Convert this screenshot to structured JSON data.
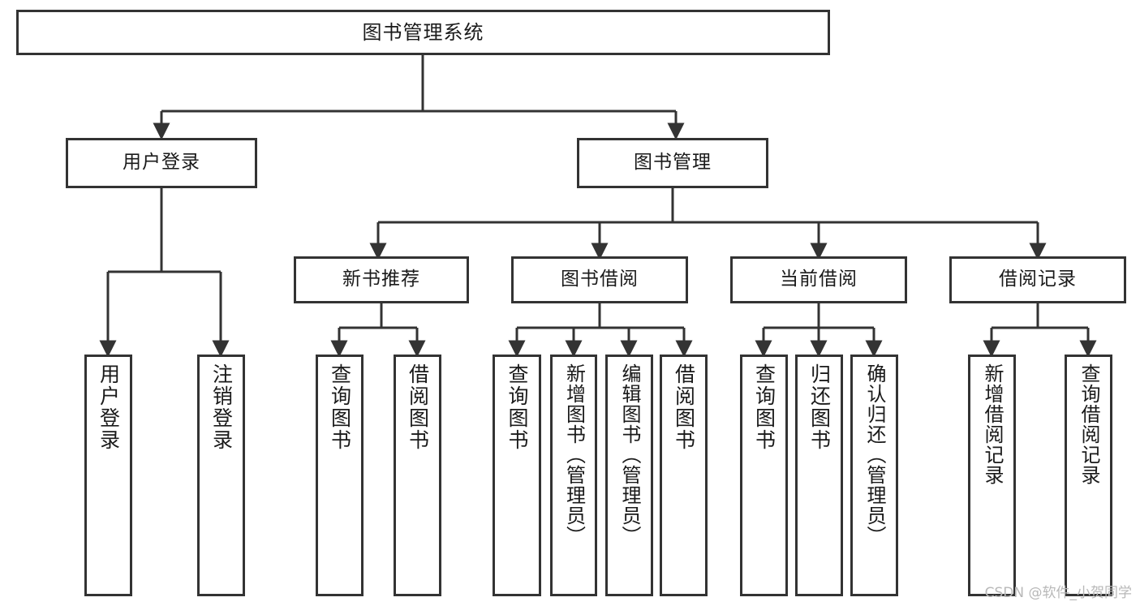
{
  "diagram": {
    "title": "图书管理系统",
    "type": "tree-hierarchy-chart",
    "root": {
      "label": "图书管理系统"
    },
    "level2": [
      {
        "label": "用户登录"
      },
      {
        "label": "图书管理"
      }
    ],
    "level3": [
      {
        "label": "新书推荐"
      },
      {
        "label": "图书借阅"
      },
      {
        "label": "当前借阅"
      },
      {
        "label": "借阅记录"
      }
    ],
    "leaves": {
      "user_login": [
        {
          "label": "用户登录"
        },
        {
          "label": "注销登录"
        }
      ],
      "new_book_recommend": [
        {
          "label": "查询图书"
        },
        {
          "label": "借阅图书"
        }
      ],
      "book_borrow": [
        {
          "label": "查询图书"
        },
        {
          "label": "新增图书（管理员）"
        },
        {
          "label": "编辑图书（管理员）"
        },
        {
          "label": "借阅图书"
        }
      ],
      "current_borrow": [
        {
          "label": "查询图书"
        },
        {
          "label": "归还图书"
        },
        {
          "label": "确认归还（管理员）"
        }
      ],
      "borrow_record": [
        {
          "label": "新增借阅记录"
        },
        {
          "label": "查询借阅记录"
        }
      ]
    }
  },
  "watermark": {
    "text": "CSDN @软件_小贺同学"
  },
  "colors": {
    "stroke": "#333333",
    "box_fill": "#ffffff",
    "text": "#1a1a1a",
    "watermark": "#b8b8b8",
    "background": "#ffffff"
  }
}
